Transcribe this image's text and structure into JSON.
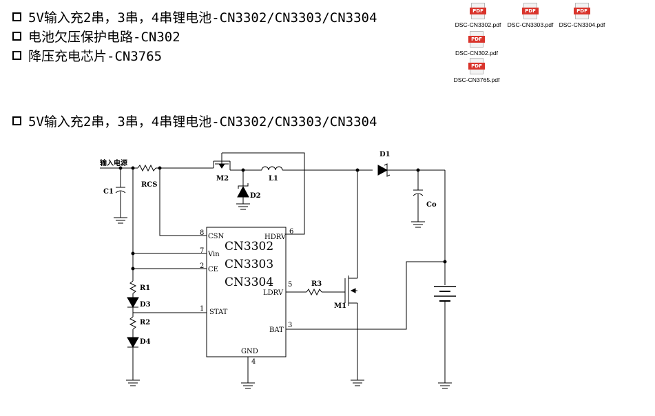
{
  "bullets": [
    "5V输入充2串，3串，4串锂电池-CN3302/CN3303/CN3304",
    "电池欠压保护电路-CN302",
    "降压充电芯片-CN3765"
  ],
  "section_heading": "5V输入充2串，3串，4串锂电池-CN3302/CN3303/CN3304",
  "files": [
    {
      "name": "DSC-CN3302.pdf",
      "icon": "pdf-icon"
    },
    {
      "name": "DSC-CN3303.pdf",
      "icon": "pdf-icon"
    },
    {
      "name": "DSC-CN3304.pdf",
      "icon": "pdf-icon"
    },
    {
      "name": "DSC-CN302.pdf",
      "icon": "pdf-icon"
    },
    {
      "name": "DSC-CN3765.pdf",
      "icon": "pdf-icon"
    }
  ],
  "pdf_tag": "PDF",
  "schematic": {
    "input_label": "输入电源",
    "components": {
      "c1": "C1",
      "rcs": "RCS",
      "m2": "M2",
      "l1": "L1",
      "d2": "D2",
      "d1": "D1",
      "co": "Co",
      "r1": "R1",
      "d3": "D3",
      "r2": "R2",
      "d4": "D4",
      "r3": "R3",
      "m1": "M1"
    },
    "chip": {
      "names": [
        "CN3302",
        "CN3303",
        "CN3304"
      ],
      "pins": {
        "csn": "CSN",
        "csn_num": "8",
        "vin": "Vin",
        "vin_num": "7",
        "ce": "CE",
        "ce_num": "2",
        "stat": "STAT",
        "stat_num": "1",
        "hdrv": "HDRV",
        "hdrv_num": "6",
        "ldrv": "LDRV",
        "ldrv_num": "5",
        "bat": "BAT",
        "bat_num": "3",
        "gnd": "GND",
        "gnd_num": "4"
      }
    }
  }
}
